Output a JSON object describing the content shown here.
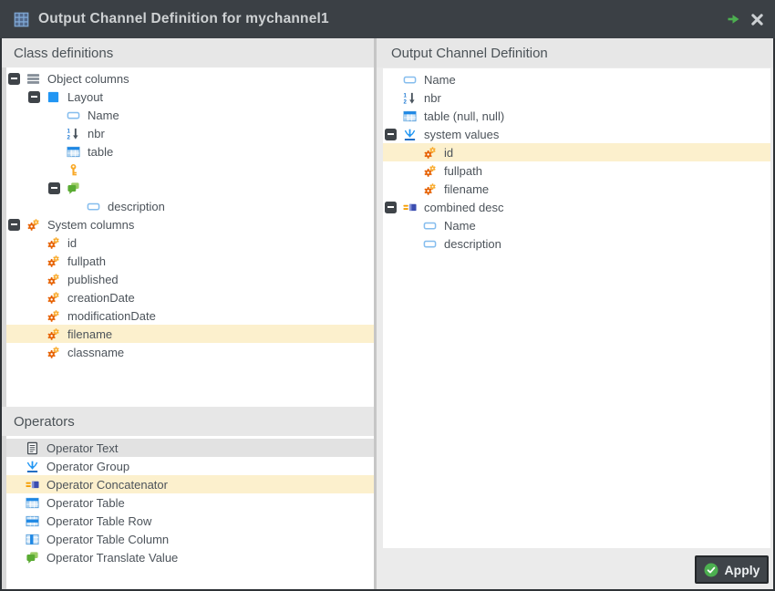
{
  "window": {
    "title": "Output Channel Definition for mychannel1",
    "titlebar_icons": [
      "table-grid",
      "forward-arrow",
      "close"
    ]
  },
  "colors": {
    "titlebar_bg": "#3b4045",
    "header_bg": "#e7e7e7",
    "highlight_yellow": "#fcf0cd",
    "selected_gray": "#e2e2e2",
    "apply_green": "#4caf50",
    "accent_blue": "#2196f3",
    "gear_orange": "#e66000"
  },
  "left": {
    "class_header": "Class definitions",
    "class_tree": [
      {
        "label": "Object columns",
        "icon": "object-columns",
        "level": 0,
        "expander": true
      },
      {
        "label": "Layout",
        "icon": "layout",
        "level": 1,
        "expander": true
      },
      {
        "label": "Name",
        "icon": "field",
        "level": 2
      },
      {
        "label": "nbr",
        "icon": "sort",
        "level": 2
      },
      {
        "label": "table",
        "icon": "table",
        "level": 2
      },
      {
        "label": "",
        "icon": "key",
        "level": 2
      },
      {
        "label": "",
        "icon": "chat",
        "level": 2,
        "expander": true
      },
      {
        "label": "description",
        "icon": "field",
        "level": 3
      },
      {
        "label": "System columns",
        "icon": "gears",
        "level": 0,
        "expander": true
      },
      {
        "label": "id",
        "icon": "gears",
        "level": 1
      },
      {
        "label": "fullpath",
        "icon": "gears",
        "level": 1
      },
      {
        "label": "published",
        "icon": "gears",
        "level": 1
      },
      {
        "label": "creationDate",
        "icon": "gears",
        "level": 1
      },
      {
        "label": "modificationDate",
        "icon": "gears",
        "level": 1
      },
      {
        "label": "filename",
        "icon": "gears",
        "level": 1,
        "highlight": "yellow"
      },
      {
        "label": "classname",
        "icon": "gears",
        "level": 1
      }
    ],
    "operators_header": "Operators",
    "operators": [
      {
        "label": "Operator Text",
        "icon": "doc-text",
        "highlight": "gray"
      },
      {
        "label": "Operator Group",
        "icon": "group"
      },
      {
        "label": "Operator Concatenator",
        "icon": "concat",
        "highlight": "yellow"
      },
      {
        "label": "Operator Table",
        "icon": "table"
      },
      {
        "label": "Operator Table Row",
        "icon": "table-row"
      },
      {
        "label": "Operator Table Column",
        "icon": "table-col"
      },
      {
        "label": "Operator Translate Value",
        "icon": "chat"
      }
    ]
  },
  "right": {
    "header": "Output Channel Definition",
    "tree": [
      {
        "label": "Name",
        "icon": "field",
        "level": 0
      },
      {
        "label": "nbr",
        "icon": "sort",
        "level": 0
      },
      {
        "label": "table (null, null)",
        "icon": "table",
        "level": 0
      },
      {
        "label": "system values",
        "icon": "group",
        "level": 0,
        "expander": true
      },
      {
        "label": "id",
        "icon": "gears",
        "level": 1,
        "highlight": "yellow"
      },
      {
        "label": "fullpath",
        "icon": "gears",
        "level": 1
      },
      {
        "label": "filename",
        "icon": "gears",
        "level": 1
      },
      {
        "label": "combined desc",
        "icon": "concat",
        "level": 0,
        "expander": true
      },
      {
        "label": "Name",
        "icon": "field",
        "level": 1
      },
      {
        "label": "description",
        "icon": "field",
        "level": 1
      }
    ],
    "apply_label": "Apply"
  }
}
